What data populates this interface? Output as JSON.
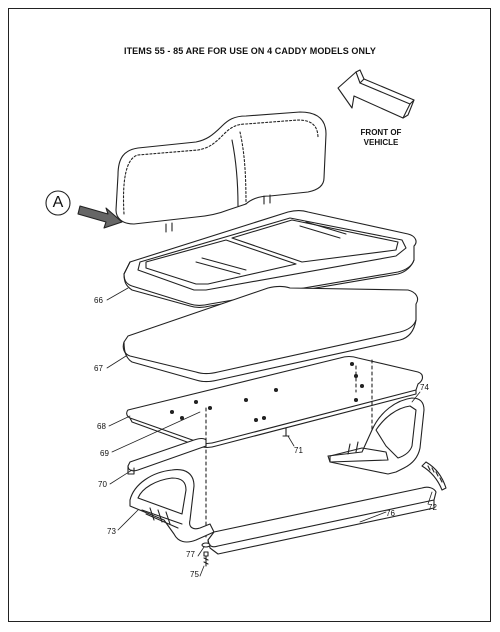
{
  "header": {
    "note": "ITEMS 55 - 85 ARE FOR USE ON 4 CADDY MODELS ONLY"
  },
  "direction": {
    "line1": "FRONT OF",
    "line2": "VEHICLE",
    "icon": "arrow-icon"
  },
  "view_marker": {
    "letter": "A"
  },
  "callouts": {
    "c66": "66",
    "c67": "67",
    "c68": "68",
    "c69": "69",
    "c70": "70",
    "c71": "71",
    "c72": "72",
    "c73": "73",
    "c74": "74",
    "c75": "75",
    "c76": "76",
    "c77": "77"
  }
}
